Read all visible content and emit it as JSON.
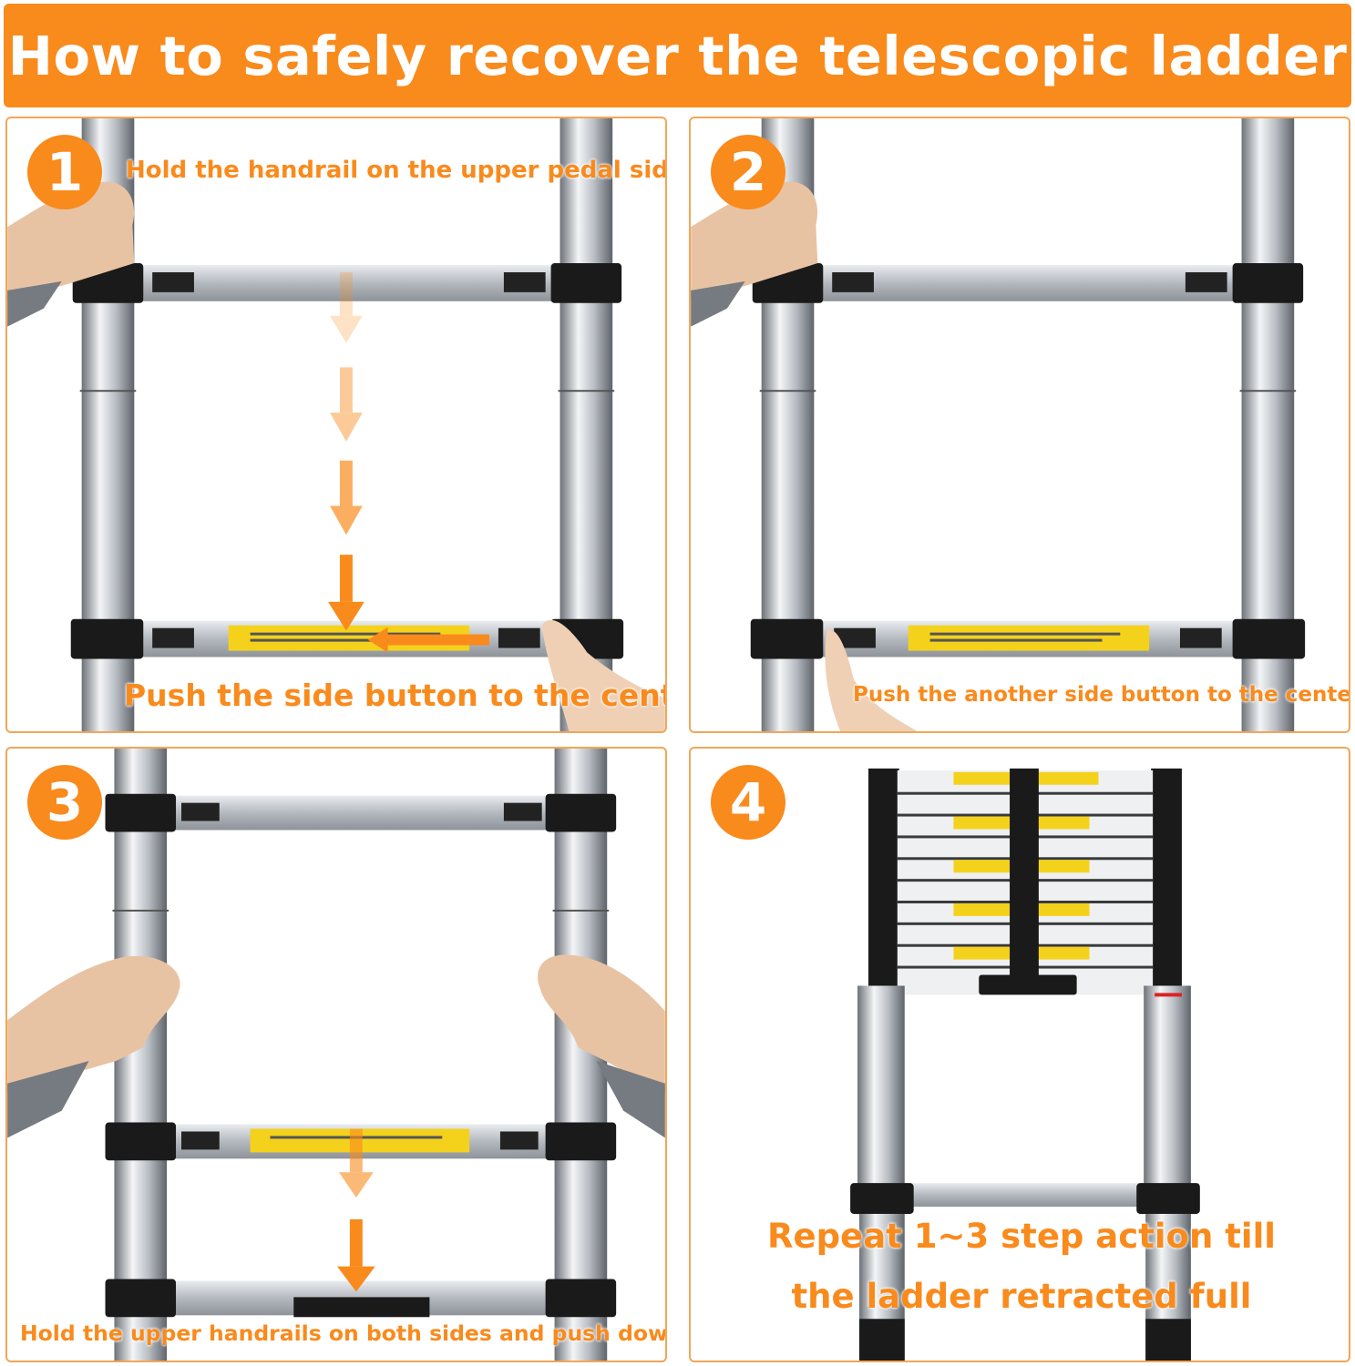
{
  "banner": {
    "title": "How to safely recover the telescopic ladder"
  },
  "steps": [
    {
      "number": "1",
      "top_caption": "Hold the handrail on the upper pedal side",
      "bottom_caption": "Push the side button to the center"
    },
    {
      "number": "2",
      "bottom_caption": "Push the another side button to the center"
    },
    {
      "number": "3",
      "bottom_caption": "Hold the upper handrails on both sides and push down"
    },
    {
      "number": "4",
      "caption_line1": "Repeat 1~3 step action till",
      "caption_line2": "the ladder retracted full"
    }
  ],
  "colors": {
    "accent": "#f98a1c",
    "border": "#f2a658",
    "steel": "#c8ccd0",
    "clamp": "#1a1a1a",
    "warning_label": "#f4d21c"
  }
}
